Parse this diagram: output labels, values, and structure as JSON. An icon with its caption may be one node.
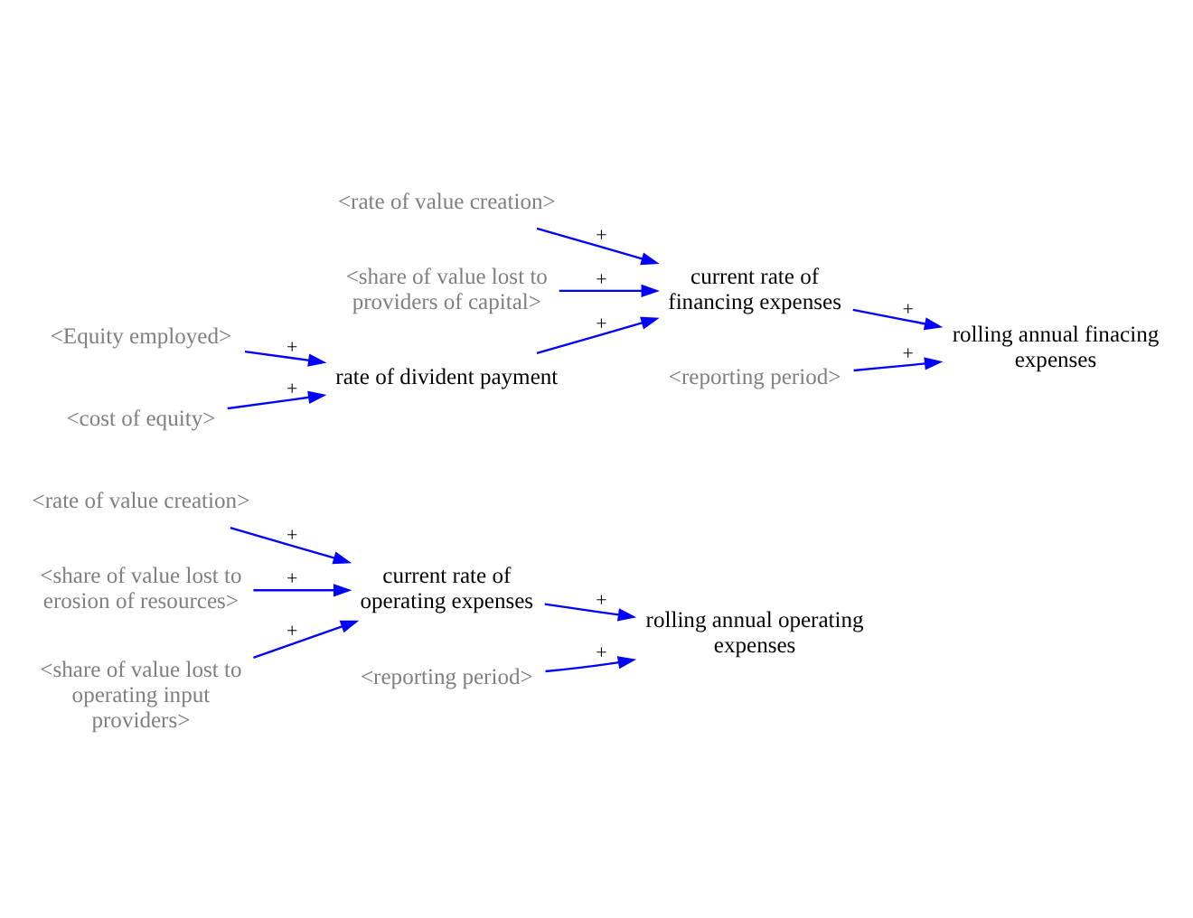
{
  "diagram": {
    "nodes": [
      {
        "text": [
          "<rate of value creation>"
        ]
      },
      {
        "text": [
          "<reporting period>"
        ]
      },
      {
        "text": [
          "current rate of operating expenses"
        ]
      },
      {
        "text": [
          "rolling annual operating expenses"
        ]
      },
      {
        "text": [
          "<share of value lost to erosion of resources>"
        ]
      },
      {
        "text": [
          "<share of value lost to operating input providers>"
        ]
      },
      {
        "text": [
          "<rate of value creation>"
        ]
      },
      {
        "text": [
          "<reporting period>"
        ]
      },
      {
        "text": [
          "<share of value lost to providers of capital>"
        ]
      },
      {
        "text": [
          "current rate of financing expenses"
        ]
      },
      {
        "text": [
          "rolling annual finacing expenses"
        ]
      },
      {
        "text": [
          "<Equity employed>"
        ]
      },
      {
        "text": [
          "rate of divident payment"
        ]
      },
      {
        "text": [
          "<cost of equity>"
        ]
      }
    ],
    "edges": [
      {
        "from": 0,
        "to": 2,
        "arrow": "to",
        "label": "+"
      },
      {
        "from": 1,
        "to": 3,
        "arrow": "to",
        "label": "+"
      },
      {
        "from": 2,
        "to": 3,
        "arrow": "to",
        "label": "+"
      },
      {
        "from": 4,
        "to": 2,
        "arrow": "to",
        "label": "+"
      },
      {
        "from": 5,
        "to": 2,
        "arrow": "to",
        "label": "+"
      },
      {
        "from": 6,
        "to": 9,
        "arrow": "to",
        "label": "+"
      },
      {
        "from": 7,
        "to": 10,
        "arrow": "to",
        "label": "+"
      },
      {
        "from": 8,
        "to": 9,
        "arrow": "to",
        "label": "+"
      },
      {
        "from": 9,
        "to": 10,
        "arrow": "to",
        "label": "+"
      },
      {
        "from": 11,
        "to": 12,
        "arrow": "to",
        "label": "+"
      },
      {
        "from": 13,
        "to": 12,
        "arrow": "to",
        "label": "+"
      },
      {
        "from": 12,
        "to": 9,
        "arrow": "to",
        "label": "+"
      }
    ]
  }
}
